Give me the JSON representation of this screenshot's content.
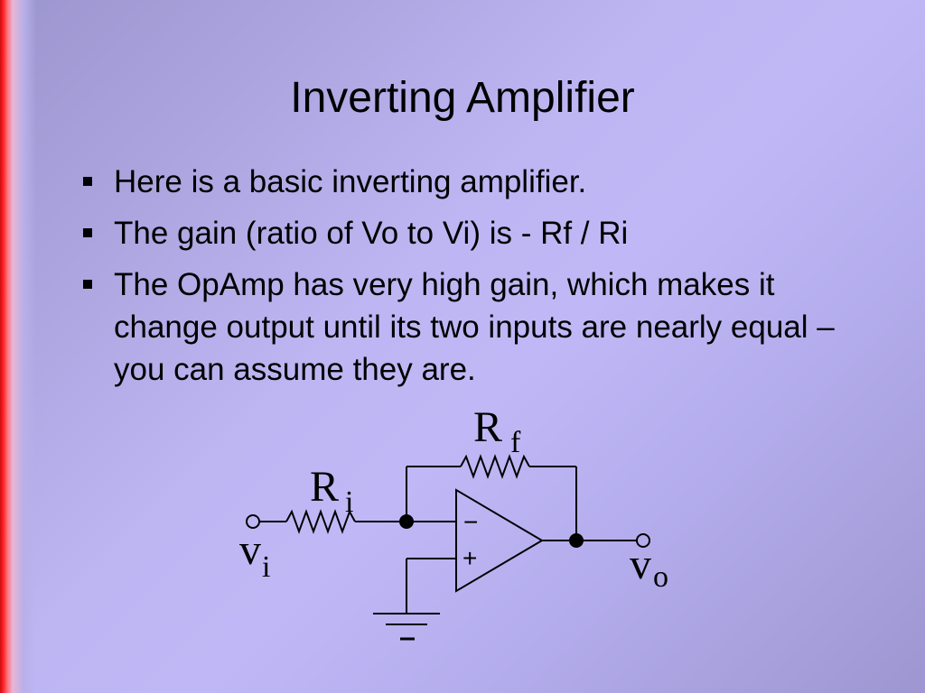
{
  "slide": {
    "title": "Inverting Amplifier",
    "bullets": [
      "Here is a basic inverting amplifier.",
      "The gain (ratio of Vo to Vi) is - Rf / Ri",
      "The OpAmp has very high gain, which makes it change output until its two inputs are nearly equal – you can assume they are."
    ]
  },
  "diagram": {
    "rf": {
      "main": "R",
      "sub": "f"
    },
    "ri": {
      "main": "R",
      "sub": "i"
    },
    "vi": {
      "main": "v",
      "sub": "i"
    },
    "vo": {
      "main": "v",
      "sub": "o"
    },
    "opamp_inverting_sign": "−",
    "opamp_noninverting_sign": "+"
  }
}
